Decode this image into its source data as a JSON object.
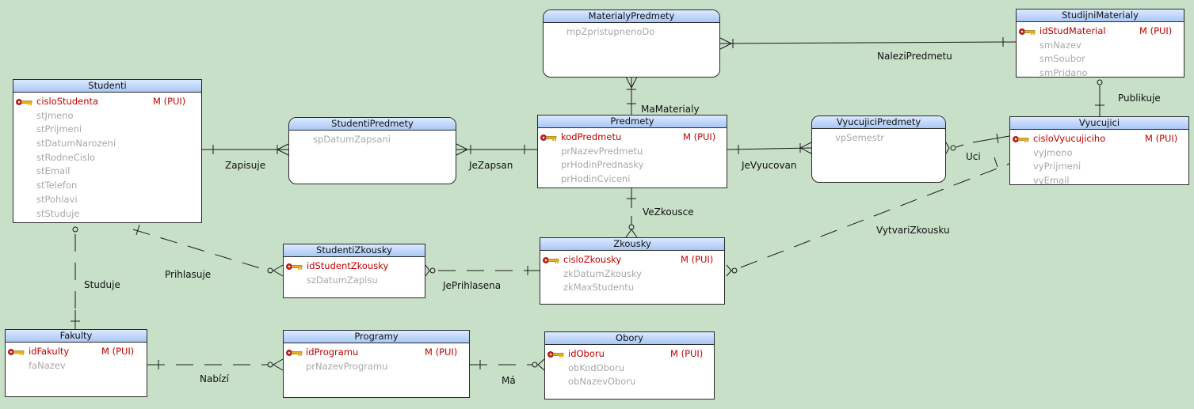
{
  "entities": {
    "studenti": {
      "title": "Studenti",
      "attrs": [
        {
          "name": "cisloStudenta",
          "flags": "M  (PUI)",
          "pk": true
        },
        {
          "name": "stJmeno"
        },
        {
          "name": "stPrijmeni"
        },
        {
          "name": "stDatumNarozeni"
        },
        {
          "name": "stRodneCislo"
        },
        {
          "name": "stEmail"
        },
        {
          "name": "stTelefon"
        },
        {
          "name": "stPohlavi"
        },
        {
          "name": "stStuduje"
        }
      ]
    },
    "studenti_predmety": {
      "title": "StudentiPredmety",
      "attrs": [
        {
          "name": "spDatumZapsani"
        }
      ]
    },
    "predmety": {
      "title": "Predmety",
      "attrs": [
        {
          "name": "kodPredmetu",
          "flags": "M  (PUI)",
          "pk": true
        },
        {
          "name": "prNazevPredmetu"
        },
        {
          "name": "prHodinPrednasky"
        },
        {
          "name": "prHodinCviceni"
        }
      ]
    },
    "materialy_predmety": {
      "title": "MaterialyPredmety",
      "attrs": [
        {
          "name": "mpZpristupnenoDo"
        }
      ]
    },
    "studijni_materialy": {
      "title": "StudijniMaterialy",
      "attrs": [
        {
          "name": "idStudMaterial",
          "flags": "M  (PUI)",
          "pk": true
        },
        {
          "name": "smNazev"
        },
        {
          "name": "smSoubor"
        },
        {
          "name": "smPridano"
        }
      ]
    },
    "vyucujici_predmety": {
      "title": "VyucujiciPredmety",
      "attrs": [
        {
          "name": "vpSemestr"
        }
      ]
    },
    "vyucujici": {
      "title": "Vyucujici",
      "attrs": [
        {
          "name": "cisloVyucujiciho",
          "flags": "M  (PUI)",
          "pk": true
        },
        {
          "name": "vyJmeno"
        },
        {
          "name": "vyPrijmeni"
        },
        {
          "name": "vyEmail"
        }
      ]
    },
    "studenti_zkousky": {
      "title": "StudentiZkousky",
      "attrs": [
        {
          "name": "idStudentZkousky",
          "pk": true
        },
        {
          "name": "szDatumZapisu"
        }
      ]
    },
    "zkousky": {
      "title": "Zkousky",
      "attrs": [
        {
          "name": "cisloZkousky",
          "flags": "M  (PUI)",
          "pk": true
        },
        {
          "name": "zkDatumZkousky"
        },
        {
          "name": "zkMaxStudentu"
        }
      ]
    },
    "fakulty": {
      "title": "Fakulty",
      "attrs": [
        {
          "name": "idFakulty",
          "flags": "M  (PUI)",
          "pk": true
        },
        {
          "name": "faNazev"
        }
      ]
    },
    "programy": {
      "title": "Programy",
      "attrs": [
        {
          "name": "idProgramu",
          "flags": "M  (PUI)",
          "pk": true
        },
        {
          "name": "prNazevProgramu"
        }
      ]
    },
    "obory": {
      "title": "Obory",
      "attrs": [
        {
          "name": "idOboru",
          "flags": "M  (PUI)",
          "pk": true
        },
        {
          "name": "obKodOboru"
        },
        {
          "name": "obNazevOboru"
        }
      ]
    }
  },
  "relationships": {
    "zapisuje": "Zapisuje",
    "je_zapsan": "JeZapsan",
    "ma_materialy": "MaMaterialy",
    "nalezi_predmetu": "NaleziPredmetu",
    "publikuje": "Publikuje",
    "je_vyucovan": "JeVyucovan",
    "uci": "Uci",
    "ve_zkousce": "VeZkousce",
    "vytvari_zkousku": "VytvariZkousku",
    "prihlasuje": "Prihlasuje",
    "je_prihlasena": "JePrihlasena",
    "studuje": "Studuje",
    "nabizi": "Nabízí",
    "ma": "Má"
  },
  "colors": {
    "background": "#c8dfc8",
    "primary_key": "#c00000",
    "attribute": "#a8a8a8",
    "title_fill": "#a9c7f5",
    "line": "#1a1a1a"
  }
}
